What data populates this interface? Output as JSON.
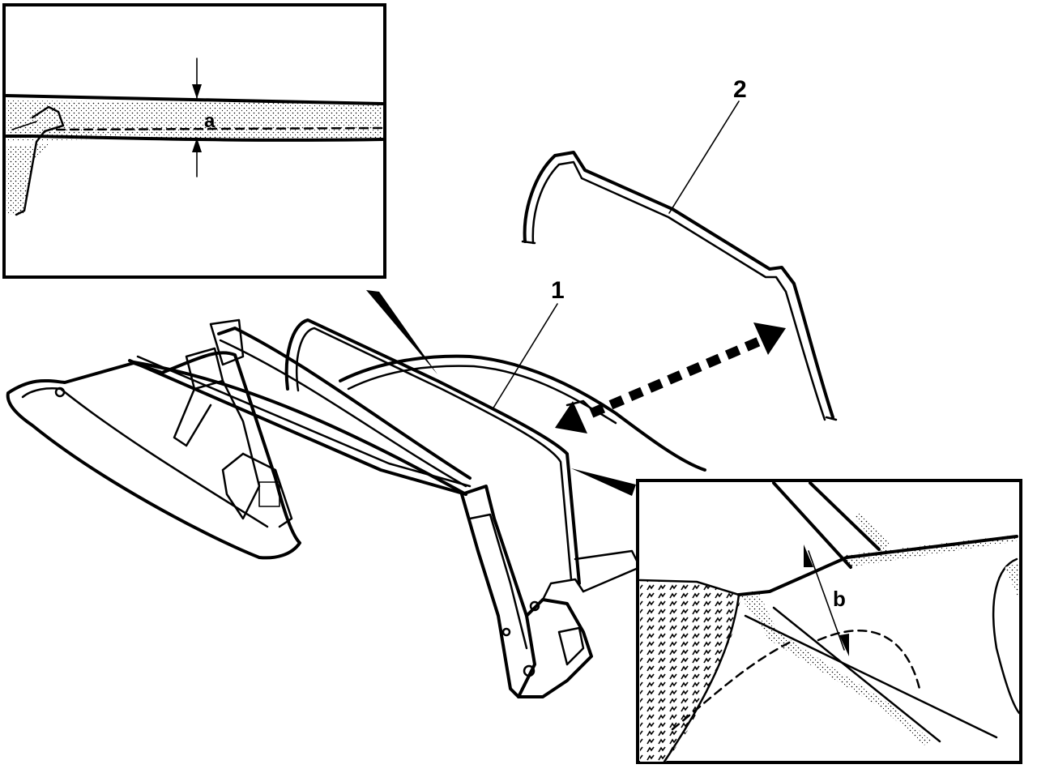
{
  "callouts": {
    "part_1": "1",
    "part_2": "2",
    "dim_a": "a",
    "dim_b": "b"
  }
}
